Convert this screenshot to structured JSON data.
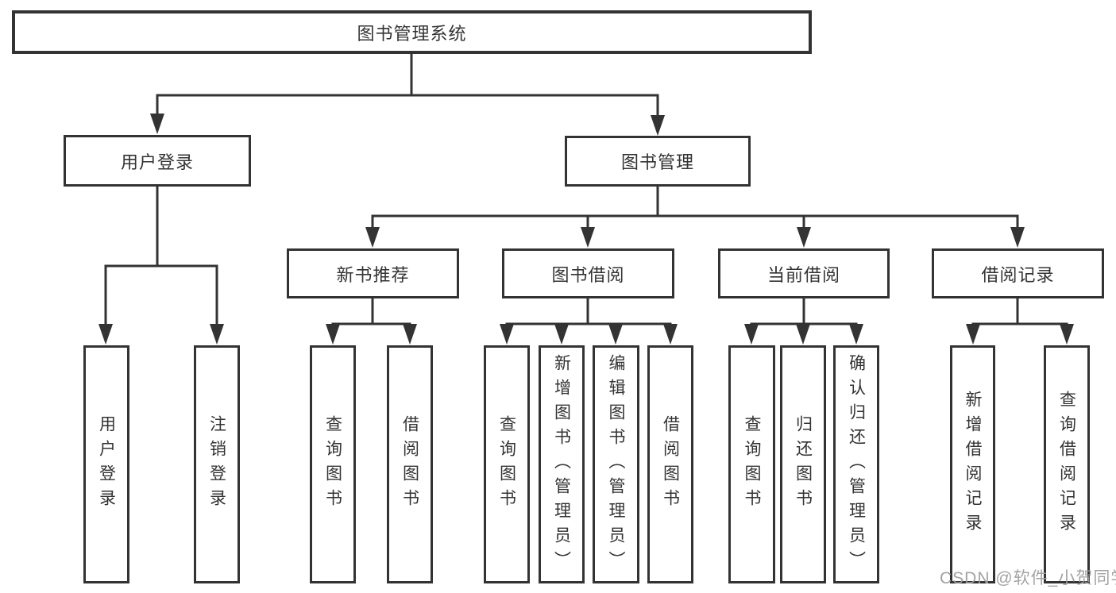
{
  "tree": {
    "label": "图书管理系统",
    "children": [
      {
        "label": "用户登录",
        "children": [
          {
            "label": "用户登录"
          },
          {
            "label": "注销登录"
          }
        ]
      },
      {
        "label": "图书管理",
        "children": [
          {
            "label": "新书推荐",
            "children": [
              {
                "label": "查询图书"
              },
              {
                "label": "借阅图书"
              }
            ]
          },
          {
            "label": "图书借阅",
            "children": [
              {
                "label": "查询图书"
              },
              {
                "label": "新增图书（管理员）"
              },
              {
                "label": "编辑图书（管理员）"
              },
              {
                "label": "借阅图书"
              }
            ]
          },
          {
            "label": "当前借阅",
            "children": [
              {
                "label": "查询图书"
              },
              {
                "label": "归还图书"
              },
              {
                "label": "确认归还（管理员）"
              }
            ]
          },
          {
            "label": "借阅记录",
            "children": [
              {
                "label": "新增借阅记录"
              },
              {
                "label": "查询借阅记录"
              }
            ]
          }
        ]
      }
    ]
  },
  "watermark": "CSDN @软件_小贺同学",
  "colors": {
    "line": "#333333",
    "box_border": "#333333",
    "box_fill": "#ffffff",
    "text": "#333333",
    "watermark": "#9e9e9e"
  }
}
